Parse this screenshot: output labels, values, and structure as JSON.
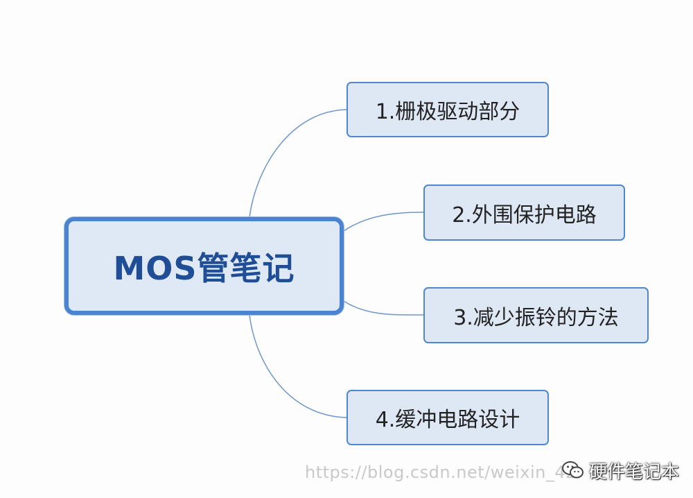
{
  "central_topic": "MOS管笔记",
  "topics": [
    {
      "label": "1.栅极驱动部分"
    },
    {
      "label": "2.外围保护电路"
    },
    {
      "label": "3.减少振铃的方法"
    },
    {
      "label": "4.缓冲电路设计"
    }
  ],
  "watermark": {
    "url": "https://blog.csdn.net/weixin_42",
    "brand": "硬件笔记本",
    "logo_icon": "wechat-icon"
  },
  "colors": {
    "central_border": "#4a83cf",
    "central_fill": "#dfe8f5",
    "central_text": "#1f4e96",
    "topic_border": "#4f86cc",
    "topic_fill": "#dee7f4",
    "connector": "#6f96c8"
  }
}
